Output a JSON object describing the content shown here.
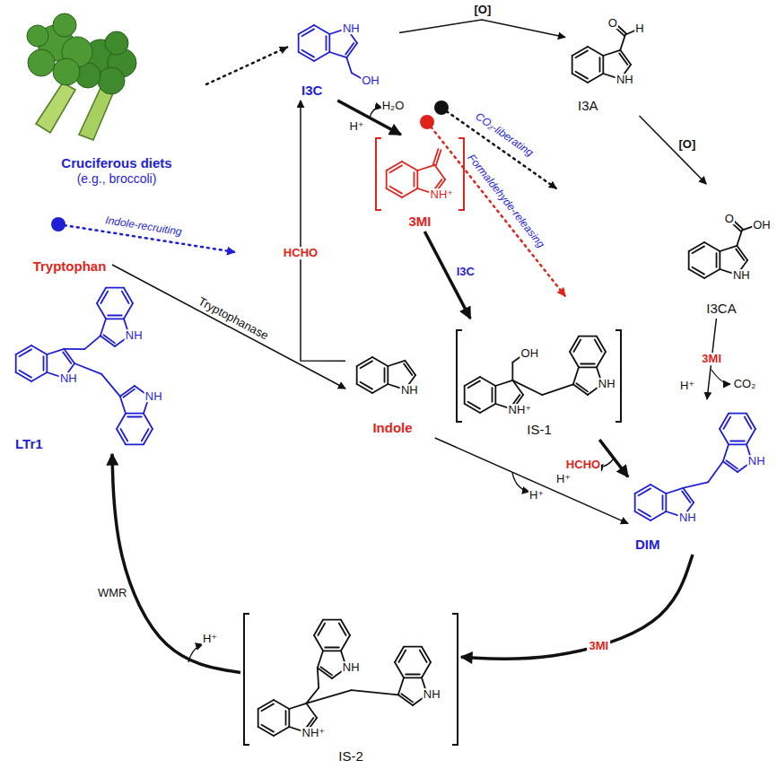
{
  "diagram": {
    "nodes": [
      {
        "text": [
          "Cruciferous diets",
          "(e.g., broccoli)"
        ]
      },
      {
        "text": [
          "I3C"
        ]
      },
      {
        "text": [
          "I3A"
        ]
      },
      {
        "text": [
          "3MI"
        ]
      },
      {
        "text": [
          "I3CA"
        ]
      },
      {
        "text": [
          "IS-1"
        ]
      },
      {
        "text": [
          "Tryptophan"
        ]
      },
      {
        "text": [
          "Indole"
        ]
      },
      {
        "text": [
          "DIM"
        ]
      },
      {
        "text": [
          "LTr1"
        ]
      },
      {
        "text": [
          "IS-2"
        ]
      }
    ],
    "edges": [
      {
        "from": 0,
        "to": 1,
        "arrow": "to"
      },
      {
        "from": 1,
        "to": 2,
        "label": "[O]",
        "arrow": "to"
      },
      {
        "from": 2,
        "to": 4,
        "label": "[O]",
        "arrow": "to"
      },
      {
        "from": 1,
        "to": 3,
        "label": "H⁺",
        "arrow": "to"
      },
      {
        "from": 3,
        "to": 5,
        "label": "I3C",
        "arrow": "to"
      },
      {
        "from": 5,
        "to": 8,
        "arrow": "to"
      },
      {
        "from": 4,
        "to": 8,
        "label": "3MI",
        "arrow": "to"
      },
      {
        "from": 6,
        "to": 7,
        "label": "Tryptophanase",
        "arrow": "to"
      },
      {
        "from": 7,
        "to": 1,
        "label": "HCHO",
        "arrow": "to"
      },
      {
        "from": 7,
        "to": 8,
        "arrow": "to"
      },
      {
        "from": 8,
        "to": 10,
        "label": "3MI",
        "arrow": "to"
      },
      {
        "from": 10,
        "to": 9,
        "label": "WMR",
        "arrow": "to"
      }
    ],
    "labels": [
      "Indole-recruiting",
      "CO₂-liberating",
      "Formaldehyde-releasing",
      "H₂O",
      "HCHO",
      "H⁺",
      "H⁺",
      "CO₂",
      "H⁺",
      "H⁺",
      "NH",
      "OH",
      "NH⁺",
      "O",
      "H",
      "NH",
      "O",
      "OH",
      "NH",
      "OH",
      "NH⁺",
      "NH",
      "NH",
      "NH",
      "NH",
      "NH",
      "NH",
      "NH",
      "NH⁺",
      "NH",
      "NH"
    ]
  }
}
